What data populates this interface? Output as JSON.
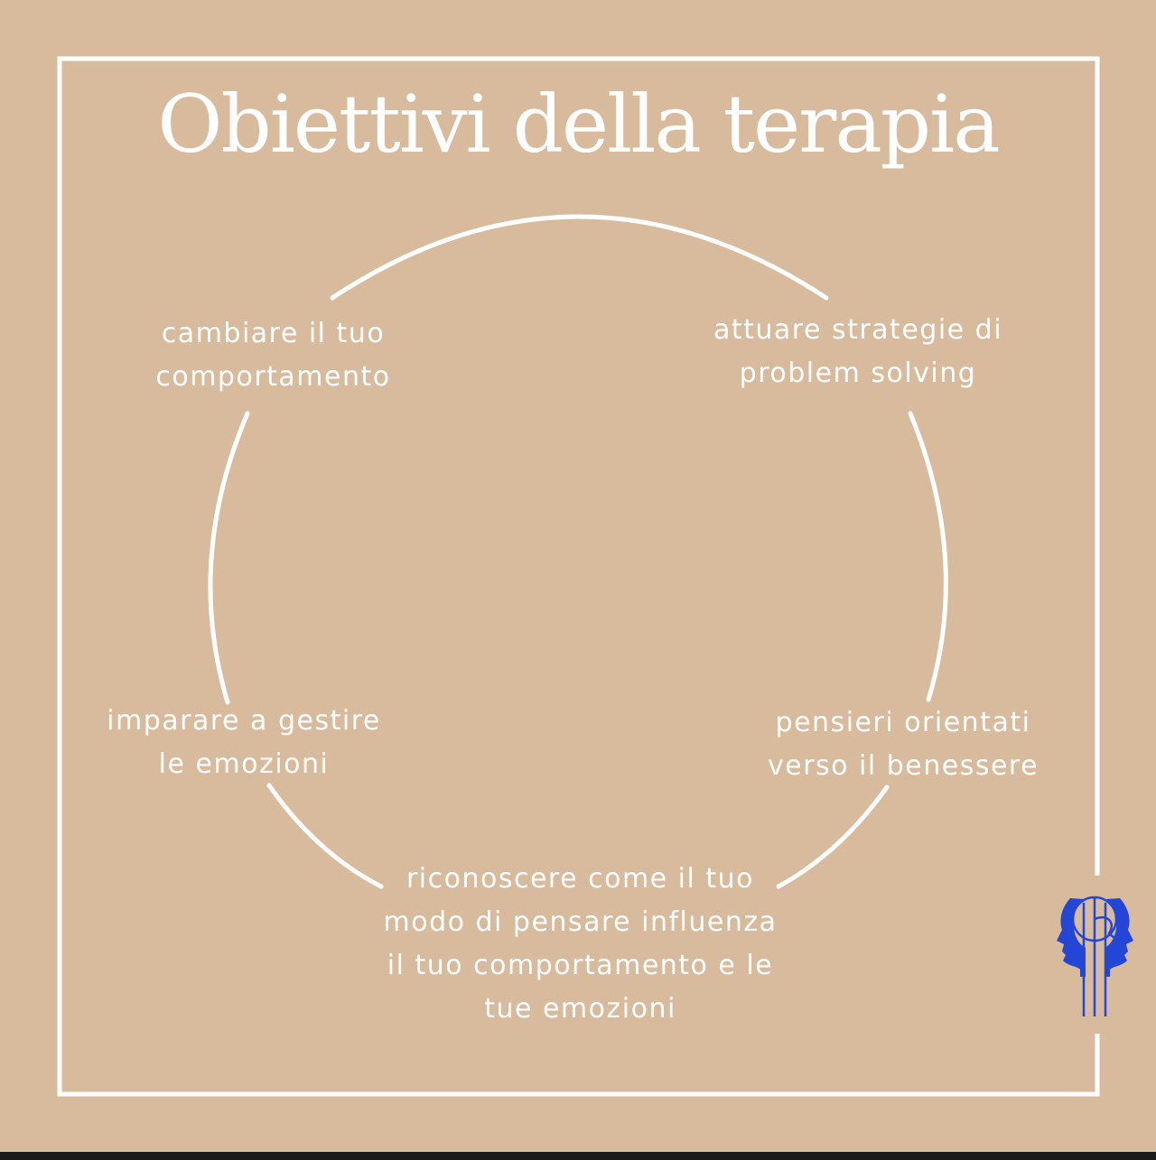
{
  "title": "Obiettivi della terapia",
  "colors": {
    "background": "#d8bb9c",
    "line": "#ffffff",
    "text": "#ffffff",
    "logo_blue": "#2346d6"
  },
  "logo_icon": "twin-head-profile-logo",
  "cycle": {
    "steps": [
      {
        "lines": [
          "cambiare il tuo",
          "comportamento"
        ]
      },
      {
        "lines": [
          "attuare strategie di",
          "problem solving"
        ]
      },
      {
        "lines": [
          "pensieri orientati",
          "verso il benessere"
        ]
      },
      {
        "lines": [
          "riconoscere come il tuo",
          "modo di pensare influenza",
          "il tuo comportamento e le",
          "tue emozioni"
        ]
      },
      {
        "lines": [
          "imparare a gestire",
          "le emozioni"
        ]
      }
    ]
  }
}
